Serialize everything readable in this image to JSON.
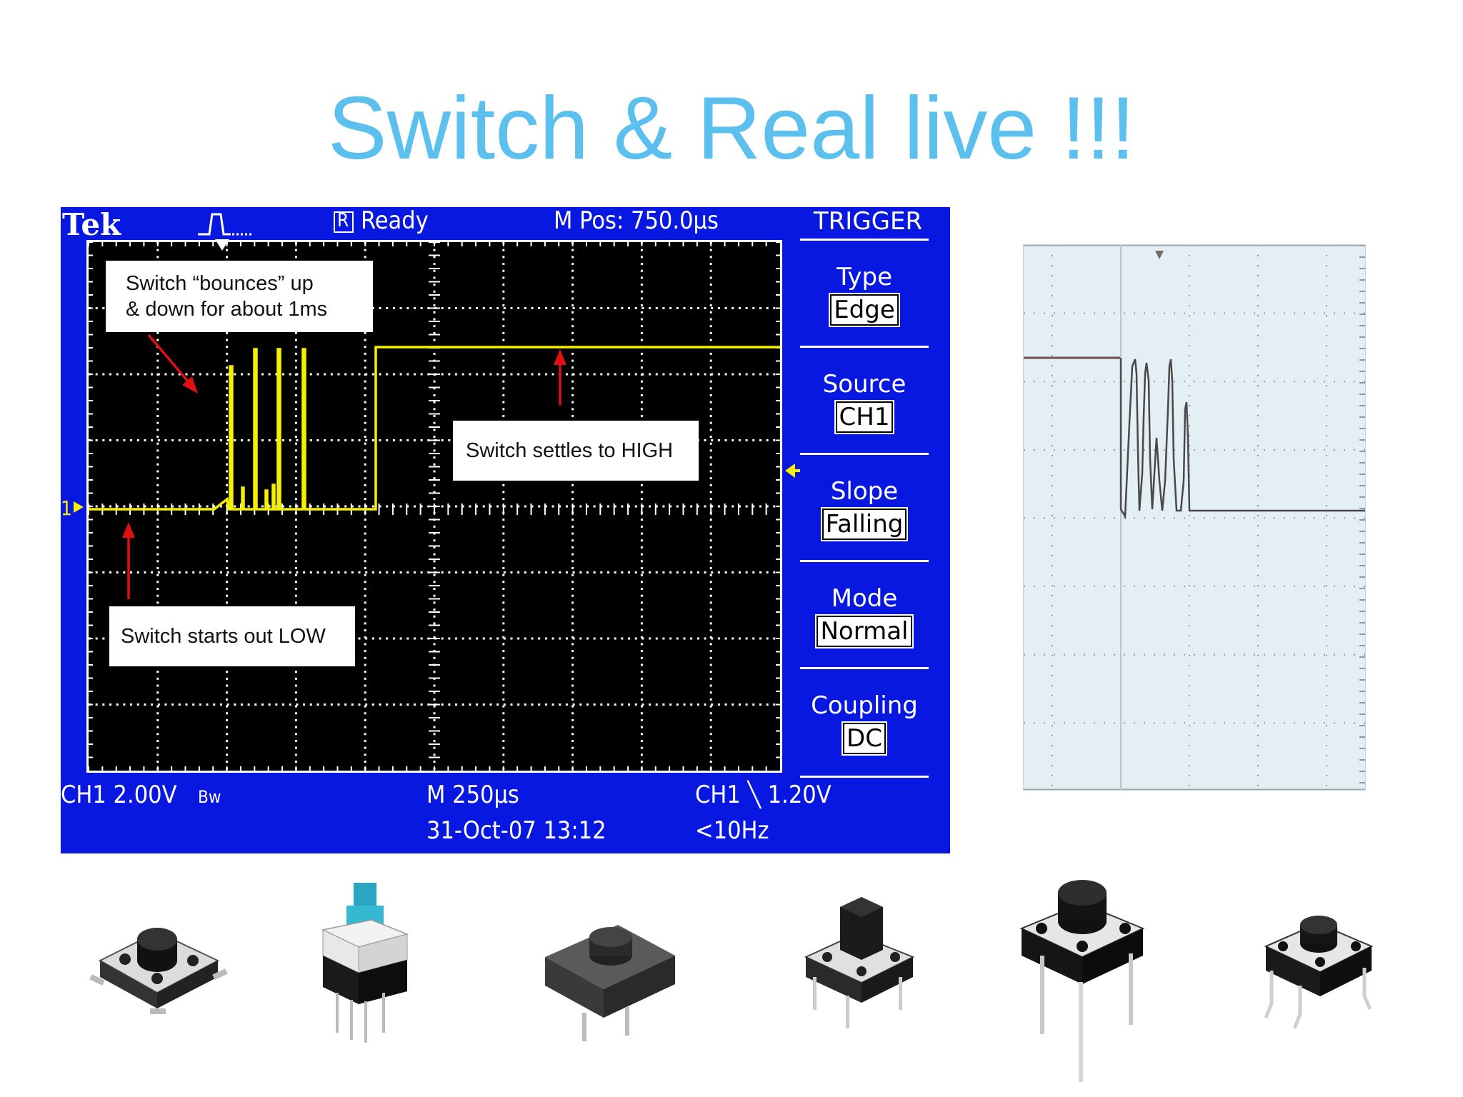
{
  "slide": {
    "title": "Switch & Real live !!!"
  },
  "scope": {
    "brand": "Tek",
    "status": "Ready",
    "run_indicator": "R",
    "m_pos": "M Pos: 750.0µs",
    "trigger_title": "TRIGGER",
    "trigger_menu": [
      {
        "label": "Type",
        "value": "Edge"
      },
      {
        "label": "Source",
        "value": "CH1"
      },
      {
        "label": "Slope",
        "value": "Falling"
      },
      {
        "label": "Mode",
        "value": "Normal"
      },
      {
        "label": "Coupling",
        "value": "DC"
      }
    ],
    "ch1_scale": "CH1  2.00V",
    "bw_limit": "Bw",
    "timebase": "M 250µs",
    "trigger_readout": "CH1 ╲ 1.20V",
    "datetime": "31-Oct-07 13:12",
    "frequency": "<10Hz",
    "channel_marker": "1"
  },
  "callouts": {
    "bounce": [
      "Switch “bounces” up",
      "& down for about 1ms"
    ],
    "settles": "Switch settles to HIGH",
    "starts_low": "Switch starts out LOW"
  },
  "colors": {
    "title": "#5bc0ee",
    "scope_bg": "#0818e0",
    "trace": "#f5f000",
    "arrow": "#e01010"
  },
  "icons": [
    "rise-edge-icon",
    "trigger-arrow-icon",
    "trigger-level-icon"
  ]
}
